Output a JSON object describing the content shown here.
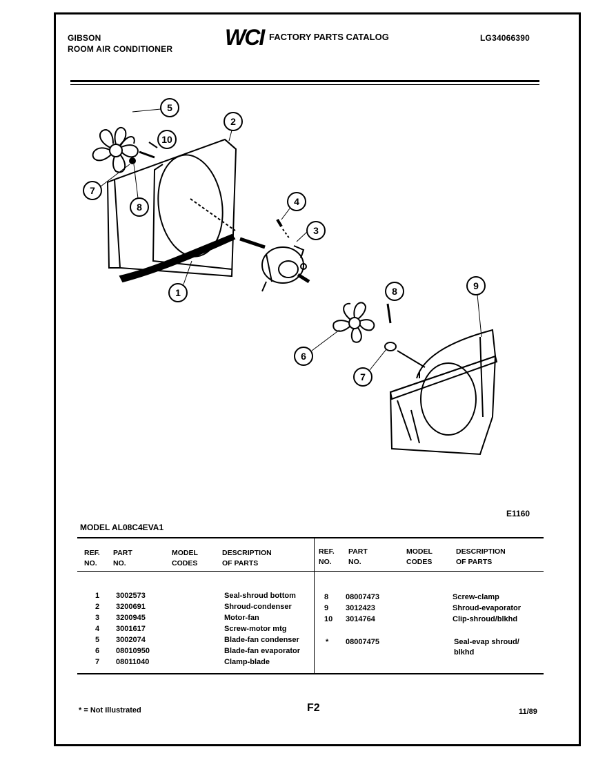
{
  "header": {
    "brand_name": "GIBSON",
    "product_line": "ROOM AIR CONDITIONER",
    "logo_text": "WCI",
    "catalog_title": "FACTORY PARTS CATALOG",
    "catalog_number": "LG34066390"
  },
  "diagram": {
    "figure_code": "E1160",
    "callouts": [
      "5",
      "2",
      "10",
      "7",
      "8",
      "4",
      "3",
      "1",
      "8",
      "9",
      "6",
      "7"
    ]
  },
  "model": "MODEL AL08C4EVA1",
  "columns": {
    "ref_no": "REF.\nNO.",
    "part_no": "PART\nNO.",
    "model_codes": "MODEL\nCODES",
    "description": "DESCRIPTION\nOF PARTS"
  },
  "parts_left": [
    {
      "ref": "1",
      "part": "3002573",
      "desc": "Seal-shroud bottom"
    },
    {
      "ref": "2",
      "part": "3200691",
      "desc": "Shroud-condenser"
    },
    {
      "ref": "3",
      "part": "3200945",
      "desc": "Motor-fan"
    },
    {
      "ref": "4",
      "part": "3001617",
      "desc": "Screw-motor mtg"
    },
    {
      "ref": "5",
      "part": "3002074",
      "desc": "Blade-fan condenser"
    },
    {
      "ref": "6",
      "part": "08010950",
      "desc": "Blade-fan evaporator"
    },
    {
      "ref": "7",
      "part": "08011040",
      "desc": "Clamp-blade"
    }
  ],
  "parts_right": [
    {
      "ref": "8",
      "part": "08007473",
      "desc": "Screw-clamp"
    },
    {
      "ref": "9",
      "part": "3012423",
      "desc": "Shroud-evaporator"
    },
    {
      "ref": "10",
      "part": "3014764",
      "desc": "Clip-shroud/blkhd"
    },
    {
      "ref": "*",
      "part": "08007475",
      "desc": "Seal-evap shroud/"
    },
    {
      "ref": "",
      "part": "",
      "desc": "blkhd"
    }
  ],
  "footer": {
    "legend": "* = Not Illustrated",
    "page_code": "F2",
    "date": "11/89"
  }
}
